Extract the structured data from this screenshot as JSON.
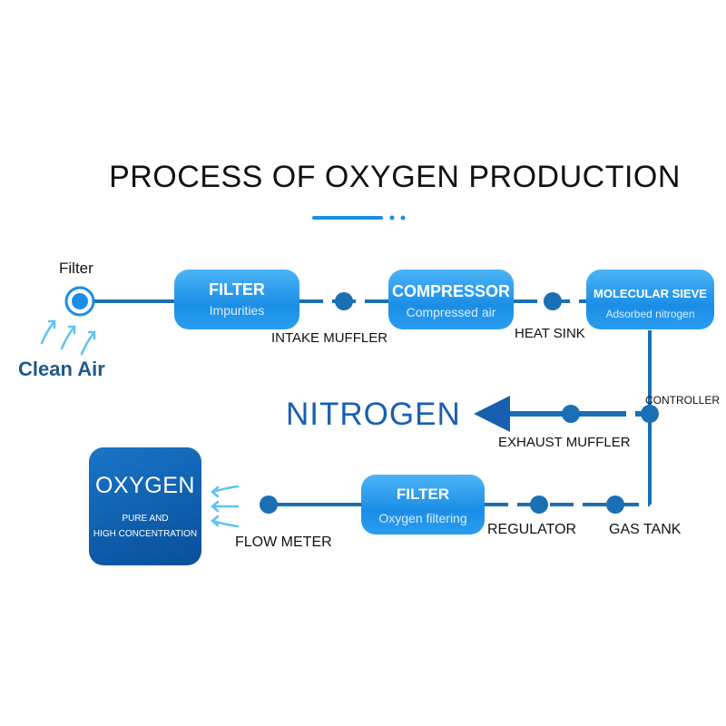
{
  "title": "PROCESS OF OXYGEN PRODUCTION",
  "inlet": {
    "label": "Filter",
    "caption": "Clean Air"
  },
  "boxes": {
    "filter1": {
      "title": "FILTER",
      "subtitle": "Impurities"
    },
    "compressor": {
      "title": "COMPRESSOR",
      "subtitle": "Compressed air"
    },
    "sieve": {
      "title": "MOLECULAR SIEVE",
      "subtitle": "Adsorbed nitrogen"
    },
    "filter2": {
      "title": "FILTER",
      "subtitle": "Oxygen filtering"
    }
  },
  "labels": {
    "intake_muffler": "INTAKE MUFFLER",
    "heat_sink": "HEAT SINK",
    "controller": "CONTROLLER",
    "exhaust_muffler": "EXHAUST MUFFLER",
    "regulator": "REGULATOR",
    "gas_tank": "GAS TANK",
    "flow_meter": "FLOW METER"
  },
  "nitrogen": "NITROGEN",
  "oxygen": {
    "title": "OXYGEN",
    "line1": "PURE AND",
    "line2": "HIGH CONCENTRATION"
  },
  "colors": {
    "accent": "#1a8ee6",
    "line": "#1a6fb5",
    "dark": "#0d5aa8",
    "nitrogen": "#1760b0",
    "clean_air": "#1d5a8c"
  }
}
